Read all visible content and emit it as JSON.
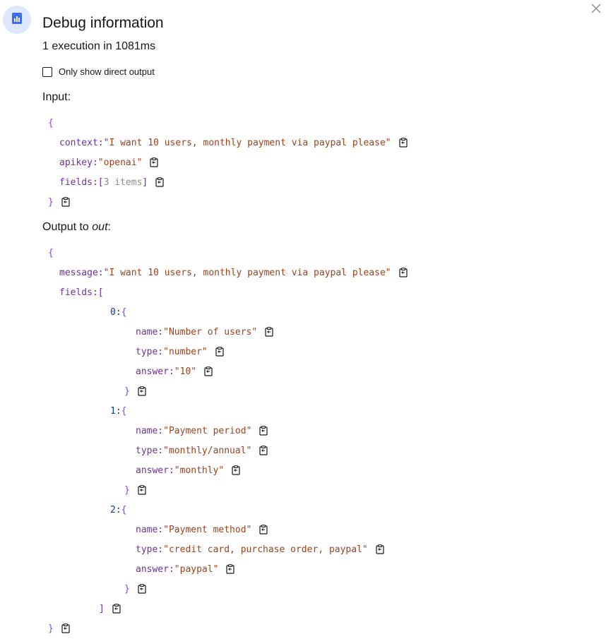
{
  "header": {
    "title": "Debug information",
    "summary": "1 execution in 1081ms",
    "icon": "bar-chart-icon",
    "close_icon": "close-icon"
  },
  "options": {
    "direct_output_label": "Only show direct output",
    "direct_output_checked": false
  },
  "input": {
    "heading": "Input:",
    "open_brace": "{",
    "close_brace": "}",
    "fields": [
      {
        "key": "context:",
        "value": "\"I want 10 users, monthly payment via paypal please\""
      },
      {
        "key": "apikey:",
        "value": "\"openai\""
      },
      {
        "key": "fields:",
        "value_open": "[",
        "value_meta": "3 items",
        "value_close": "]"
      }
    ]
  },
  "output": {
    "heading_prefix": "Output to ",
    "heading_target": "out",
    "heading_suffix": ":",
    "open_brace": "{",
    "close_brace": "}",
    "message_key": "message:",
    "message_value": "\"I want 10 users, monthly payment via paypal please\"",
    "fields_key": "fields:",
    "fields_open": "[",
    "fields_close": "]",
    "items": [
      {
        "index": "0:",
        "open": "{",
        "close": "}",
        "props": [
          {
            "key": "name:",
            "value": "\"Number of users\""
          },
          {
            "key": "type:",
            "value": "\"number\""
          },
          {
            "key": "answer:",
            "value": "\"10\""
          }
        ]
      },
      {
        "index": "1:",
        "open": "{",
        "close": "}",
        "props": [
          {
            "key": "name:",
            "value": "\"Payment period\""
          },
          {
            "key": "type:",
            "value": "\"monthly/annual\""
          },
          {
            "key": "answer:",
            "value": "\"monthly\""
          }
        ]
      },
      {
        "index": "2:",
        "open": "{",
        "close": "}",
        "props": [
          {
            "key": "name:",
            "value": "\"Payment method\""
          },
          {
            "key": "type:",
            "value": "\"credit card, purchase order, paypal\""
          },
          {
            "key": "answer:",
            "value": "\"paypal\""
          }
        ]
      }
    ]
  },
  "colors": {
    "brace": "#8a3ffc",
    "key": "#6f2da8",
    "string": "#a2401a",
    "accent": "#4c6ef5",
    "badge_bg": "#dde6fb"
  },
  "icons": {
    "copy": "copy-icon"
  }
}
